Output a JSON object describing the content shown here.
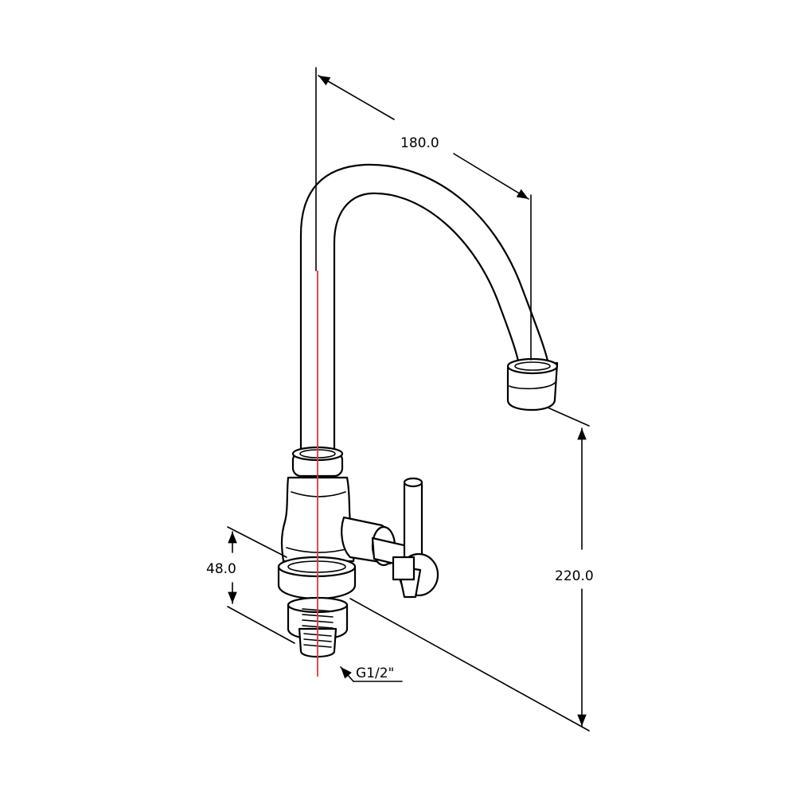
{
  "diagram": {
    "dimensions": {
      "reach": "180.0",
      "spout_height": "220.0",
      "base_height": "48.0",
      "thread": "G1/2\""
    },
    "colors": {
      "line": "#000000",
      "centerline": "#e8323c",
      "background": "#ffffff"
    }
  }
}
